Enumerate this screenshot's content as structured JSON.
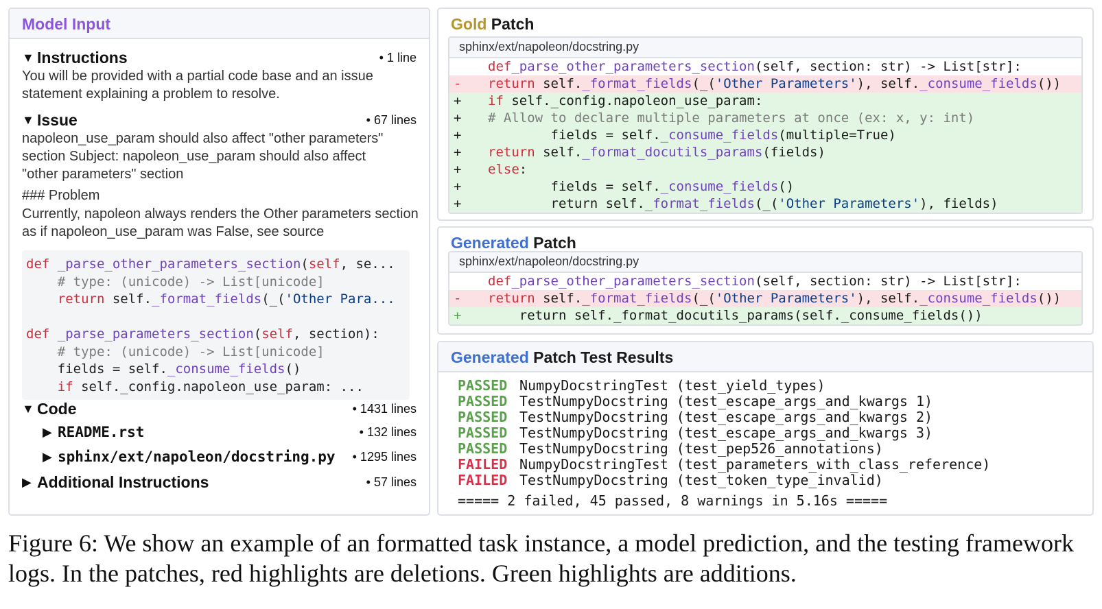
{
  "model_input": {
    "title": "Model Input",
    "instructions": {
      "title": "Instructions",
      "count": "• 1 line",
      "text": "You will be provided with a partial code base and an issue statement explaining a problem to resolve."
    },
    "issue": {
      "title": "Issue",
      "count": "• 67 lines",
      "text1": "napoleon_use_param should also affect \"other parameters\" section Subject: napoleon_use_param should also affect \"other parameters\" section",
      "text2": "### Problem",
      "text3": "Currently, napoleon always renders the Other parameters section as if napoleon_use_param was False, see source"
    },
    "code": {
      "title": "Code",
      "count": "• 1431 lines",
      "files": [
        {
          "name": "README.rst",
          "count": "• 132 lines"
        },
        {
          "name": "sphinx/ext/napoleon/docstring.py",
          "count": "• 1295 lines"
        }
      ]
    },
    "additional": {
      "title": "Additional Instructions",
      "count": "• 57 lines"
    }
  },
  "gold": {
    "title_accent": "Gold",
    "title_rest": " Patch",
    "file": "sphinx/ext/napoleon/docstring.py"
  },
  "generated": {
    "title_accent": "Generated",
    "title_rest": " Patch",
    "file": "sphinx/ext/napoleon/docstring.py"
  },
  "results": {
    "title_accent": "Generated",
    "title_rest": " Patch Test Results",
    "rows": [
      {
        "status": "PASSED",
        "test": "NumpyDocstringTest (test_yield_types)"
      },
      {
        "status": "PASSED",
        "test": "TestNumpyDocstring (test_escape_args_and_kwargs 1)"
      },
      {
        "status": "PASSED",
        "test": "TestNumpyDocstring (test_escape_args_and_kwargs 2)"
      },
      {
        "status": "PASSED",
        "test": "TestNumpyDocstring (test_escape_args_and_kwargs 3)"
      },
      {
        "status": "PASSED",
        "test": "TestNumpyDocstring (test_pep526_annotations)"
      },
      {
        "status": "FAILED",
        "test": "NumpyDocstringTest (test_parameters_with_class_reference)"
      },
      {
        "status": "FAILED",
        "test": "TestNumpyDocstring (test_token_type_invalid)"
      }
    ],
    "summary": "===== 2 failed, 45 passed, 8 warnings in 5.16s ====="
  },
  "caption": "Figure 6: We show an example of an formatted task instance, a model prediction, and the testing framework logs. In the patches, red highlights are deletions. Green highlights are additions."
}
